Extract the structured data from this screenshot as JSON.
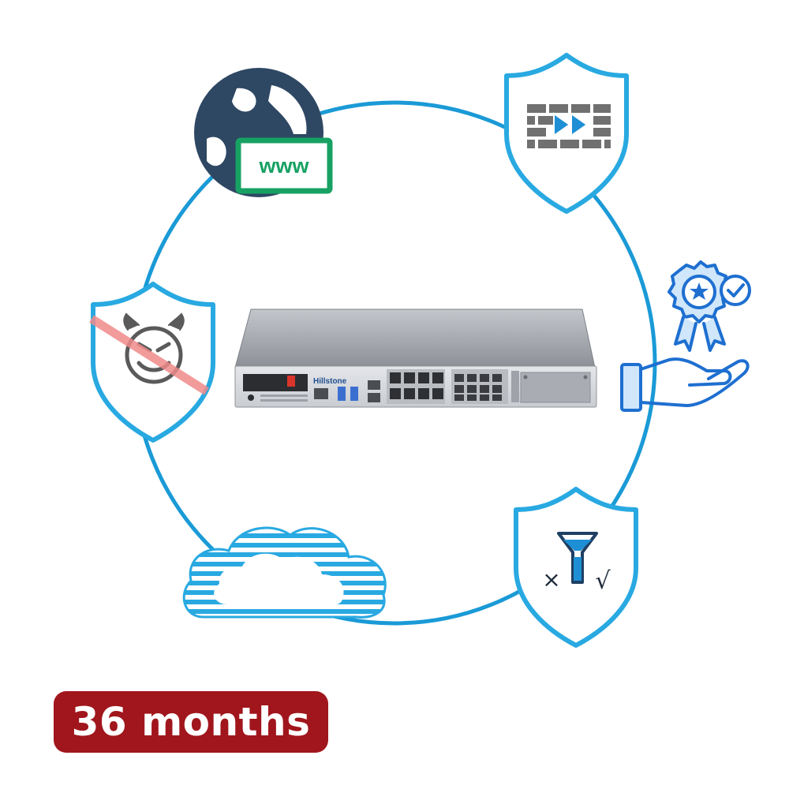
{
  "device": {
    "brand": "Hillstone"
  },
  "icons": {
    "web": {
      "label": "www",
      "name": "globe-www-icon"
    },
    "firewall": {
      "name": "firewall-shield-icon"
    },
    "award": {
      "name": "award-hand-icon"
    },
    "filter": {
      "name": "filter-shield-icon",
      "symbols": {
        "deny": "×",
        "allow": "√"
      }
    },
    "cloud": {
      "name": "cloud-icon"
    },
    "malware": {
      "name": "malware-block-shield-icon"
    }
  },
  "badge": {
    "text": "36 months"
  },
  "colors": {
    "ring": "#1a9ad6",
    "shield_stroke": "#29a9e1",
    "globe": "#2e4763",
    "www_green": "#17a263",
    "wall_gray": "#707070",
    "arrow_blue": "#1e8fd4",
    "badge_red": "#a0161c",
    "strike_pink": "#f08a8a"
  }
}
